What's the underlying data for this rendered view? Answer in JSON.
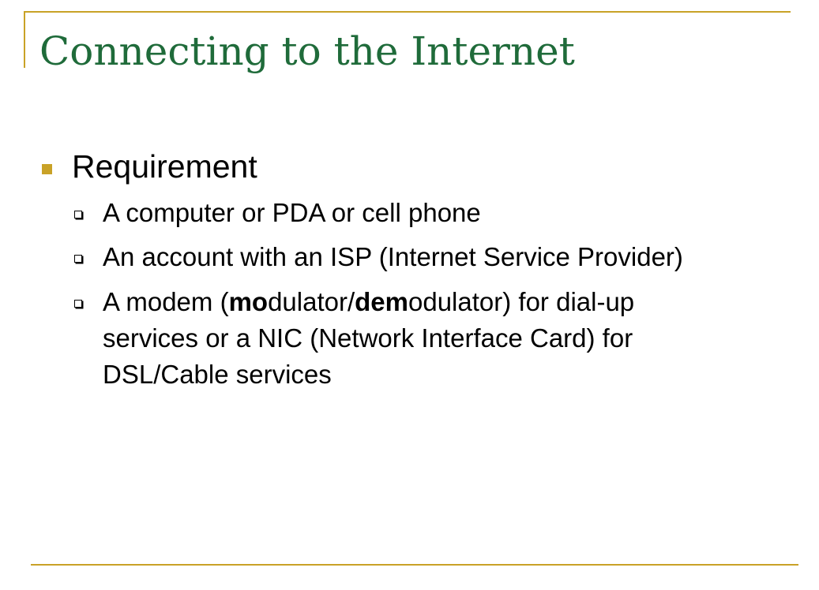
{
  "slide": {
    "title": "Connecting to the Internet",
    "bullet": "Requirement",
    "items": {
      "0": "A computer or PDA or cell phone",
      "1": "An account with an ISP (Internet Service Provider)",
      "2": {
        "line1_a": "A modem (",
        "line1_b1": "mo",
        "line1_c": "dulator/",
        "line1_b2": "dem",
        "line1_d": "odulator) for dial-up",
        "line2": "services or a NIC (Network Interface Card) for",
        "line3": "DSL/Cable services"
      }
    }
  },
  "colors": {
    "accent": "#c9a227",
    "title": "#1f6b3a",
    "text": "#000000"
  }
}
